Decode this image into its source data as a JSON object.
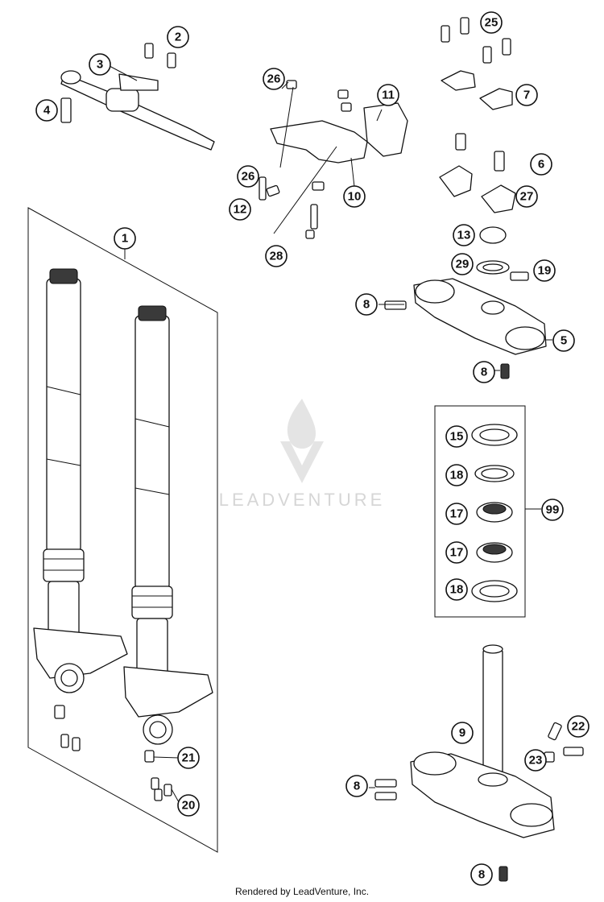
{
  "callouts": {
    "c1": "1",
    "c2": "2",
    "c3": "3",
    "c4": "4",
    "c5": "5",
    "c6": "6",
    "c7": "7",
    "c8a": "8",
    "c8b": "8",
    "c8c": "8",
    "c8d": "8",
    "c9": "9",
    "c10": "10",
    "c11": "11",
    "c12": "12",
    "c13": "13",
    "c15": "15",
    "c17a": "17",
    "c17b": "17",
    "c18a": "18",
    "c18b": "18",
    "c19": "19",
    "c20": "20",
    "c21": "21",
    "c22": "22",
    "c23": "23",
    "c25": "25",
    "c26a": "26",
    "c26b": "26",
    "c27": "27",
    "c28": "28",
    "c29": "29",
    "c99": "99"
  },
  "watermark": "LEADVENTURE",
  "footer": "Rendered by LeadVenture, Inc."
}
